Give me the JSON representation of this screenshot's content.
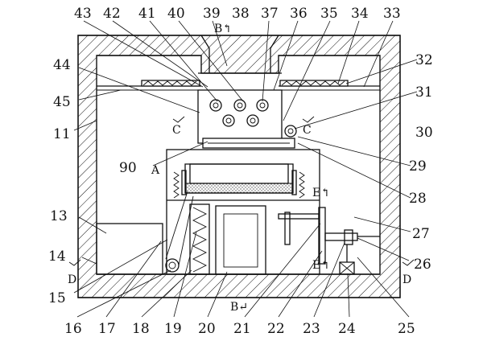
{
  "labels": {
    "top": [
      "43",
      "42",
      "41",
      "40",
      "39",
      "38",
      "37",
      "36",
      "35",
      "34",
      "33"
    ],
    "bottom": [
      "16",
      "17",
      "18",
      "19",
      "20",
      "21",
      "22",
      "23",
      "24",
      "25"
    ],
    "left": [
      "44",
      "45",
      "11",
      "90",
      "13",
      "14",
      "15"
    ],
    "right": [
      "32",
      "31",
      "30",
      "29",
      "28",
      "27",
      "26"
    ]
  },
  "section_marks": {
    "b_top": "B↰",
    "b_bottom": "B↵",
    "c_left": "C",
    "c_right": "C",
    "a": "A",
    "e_top": "E↰",
    "e_bottom": "E↰",
    "d_left": "D",
    "d_right": "D"
  }
}
